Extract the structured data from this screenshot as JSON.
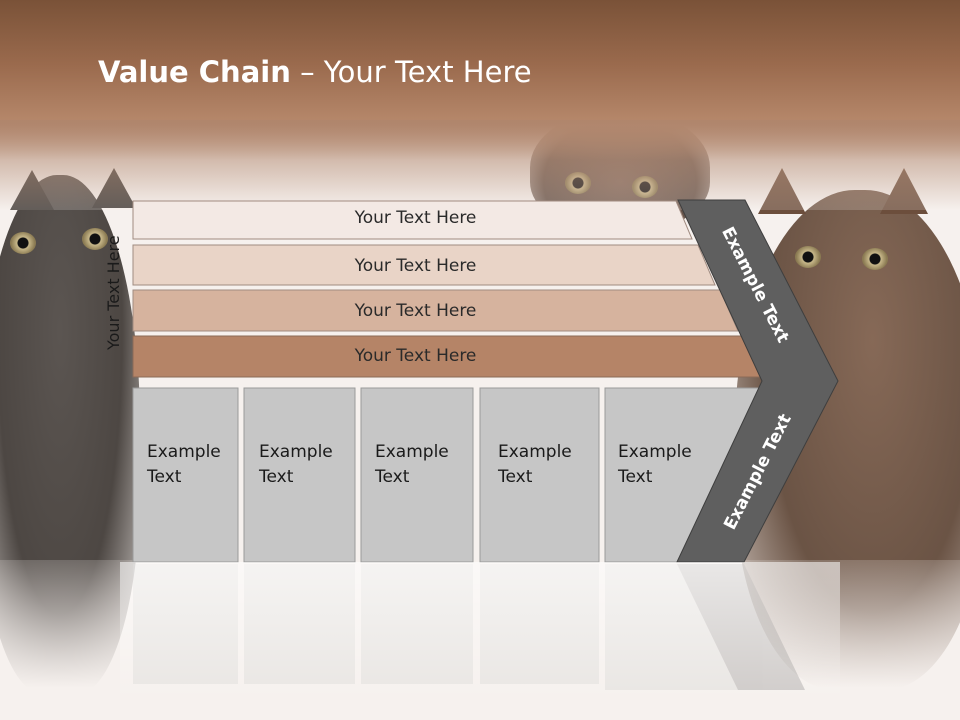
{
  "title": {
    "bold": "Value Chain",
    "rest": " – Your Text Here"
  },
  "side_label": "Your Text Here",
  "rows": [
    {
      "label": "Your Text Here",
      "color": "#f3e9e4"
    },
    {
      "label": "Your Text Here",
      "color": "#e9d4c7"
    },
    {
      "label": "Your Text Here",
      "color": "#d6b39e"
    },
    {
      "label": "Your Text Here",
      "color": "#b58467"
    }
  ],
  "cells": [
    {
      "line1": "Example",
      "line2": "Text"
    },
    {
      "line1": "Example",
      "line2": "Text"
    },
    {
      "line1": "Example",
      "line2": "Text"
    },
    {
      "line1": "Example",
      "line2": "Text"
    },
    {
      "line1": "Example",
      "line2": "Text"
    }
  ],
  "arrow": {
    "upper": "Example Text",
    "lower": "Example Text",
    "color": "#5f5f5f"
  },
  "cell_color": "#c6c6c6"
}
